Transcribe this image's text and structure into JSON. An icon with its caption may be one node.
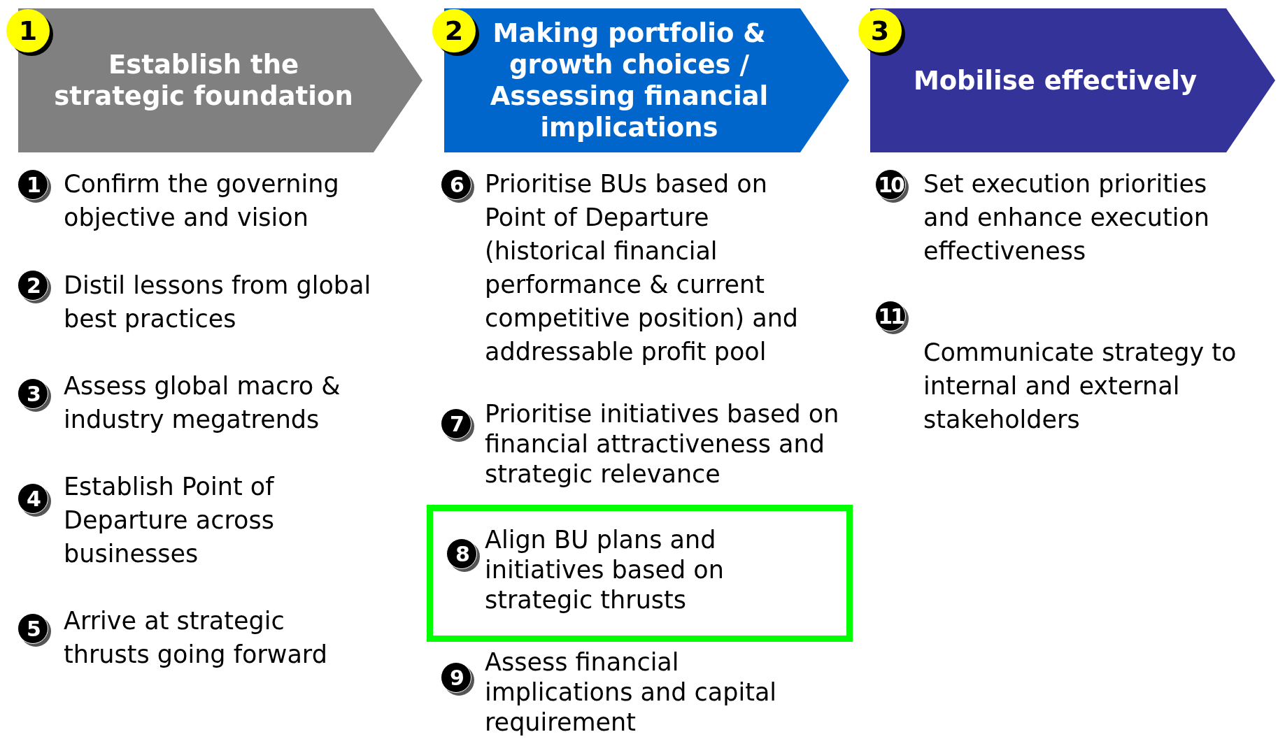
{
  "diagram": {
    "nodes": [
      {
        "text": [
          "1",
          "Establish the strategic foundation"
        ]
      },
      {
        "text": [
          "2",
          "Making portfolio & growth choices / Assessing financial implications"
        ]
      },
      {
        "text": [
          "3",
          "Mobilise effectively"
        ]
      },
      {
        "text": [
          "8",
          "Align BU plans and initiatives based on strategic thrusts"
        ]
      }
    ],
    "labels": [
      "1",
      "Confirm the governing objective and vision",
      "2",
      "Distil lessons from global best practices",
      "3",
      "Assess global macro & industry megatrends",
      "4",
      "Establish Point of Departure across businesses",
      "5",
      "Arrive at strategic thrusts going forward",
      "6",
      "Prioritise BUs based on Point of Departure (historical financial performance & current competitive position) and addressable profit pool",
      "7",
      "Prioritise initiatives based on financial attractiveness and strategic relevance",
      "9",
      "Assess financial implications and capital requirement",
      "10",
      "Set execution priorities and enhance execution effectiveness",
      "11",
      "Communicate strategy to internal and external stakeholders"
    ]
  }
}
